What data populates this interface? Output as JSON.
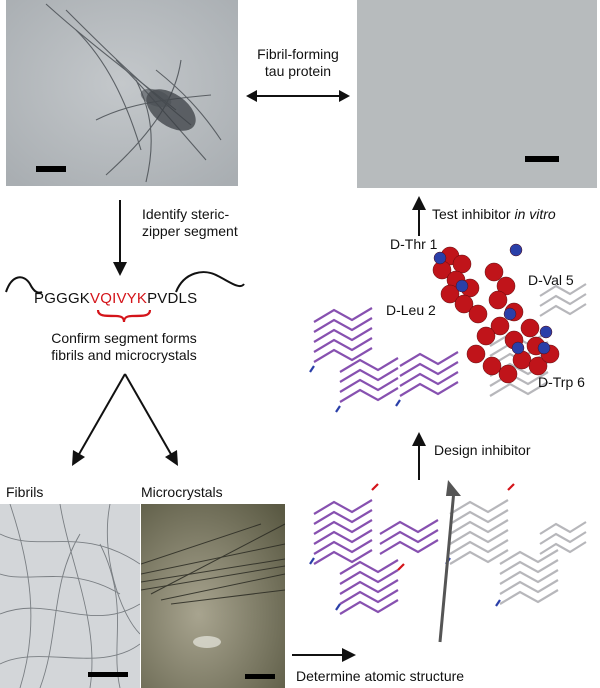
{
  "top_link": {
    "line1": "Fibril-forming",
    "line2": "tau protein"
  },
  "step_identify": {
    "line1": "Identify steric-",
    "line2": "zipper segment"
  },
  "sequence": {
    "prefix": "PGGGK",
    "segment": "VQIVYK",
    "suffix": "PVDLS"
  },
  "step_confirm": {
    "line1": "Confirm segment forms",
    "line2": "fibrils and microcrystals"
  },
  "labels": {
    "fibrils": "Fibrils",
    "microcrystals": "Microcrystals"
  },
  "step_determine": "Determine atomic structure",
  "step_design": "Design inhibitor",
  "step_test": {
    "prefix": "Test inhibitor ",
    "italic": "in vitro"
  },
  "residues": {
    "thr": "D-Thr 1",
    "val": "D-Val 5",
    "leu": "D-Leu 2",
    "trp": "D-Trp 6"
  },
  "colors": {
    "highlight": "#d4141a",
    "purple": "#7b3fa8",
    "red_atom": "#c0141a",
    "blue_atom": "#2a3fa8"
  }
}
